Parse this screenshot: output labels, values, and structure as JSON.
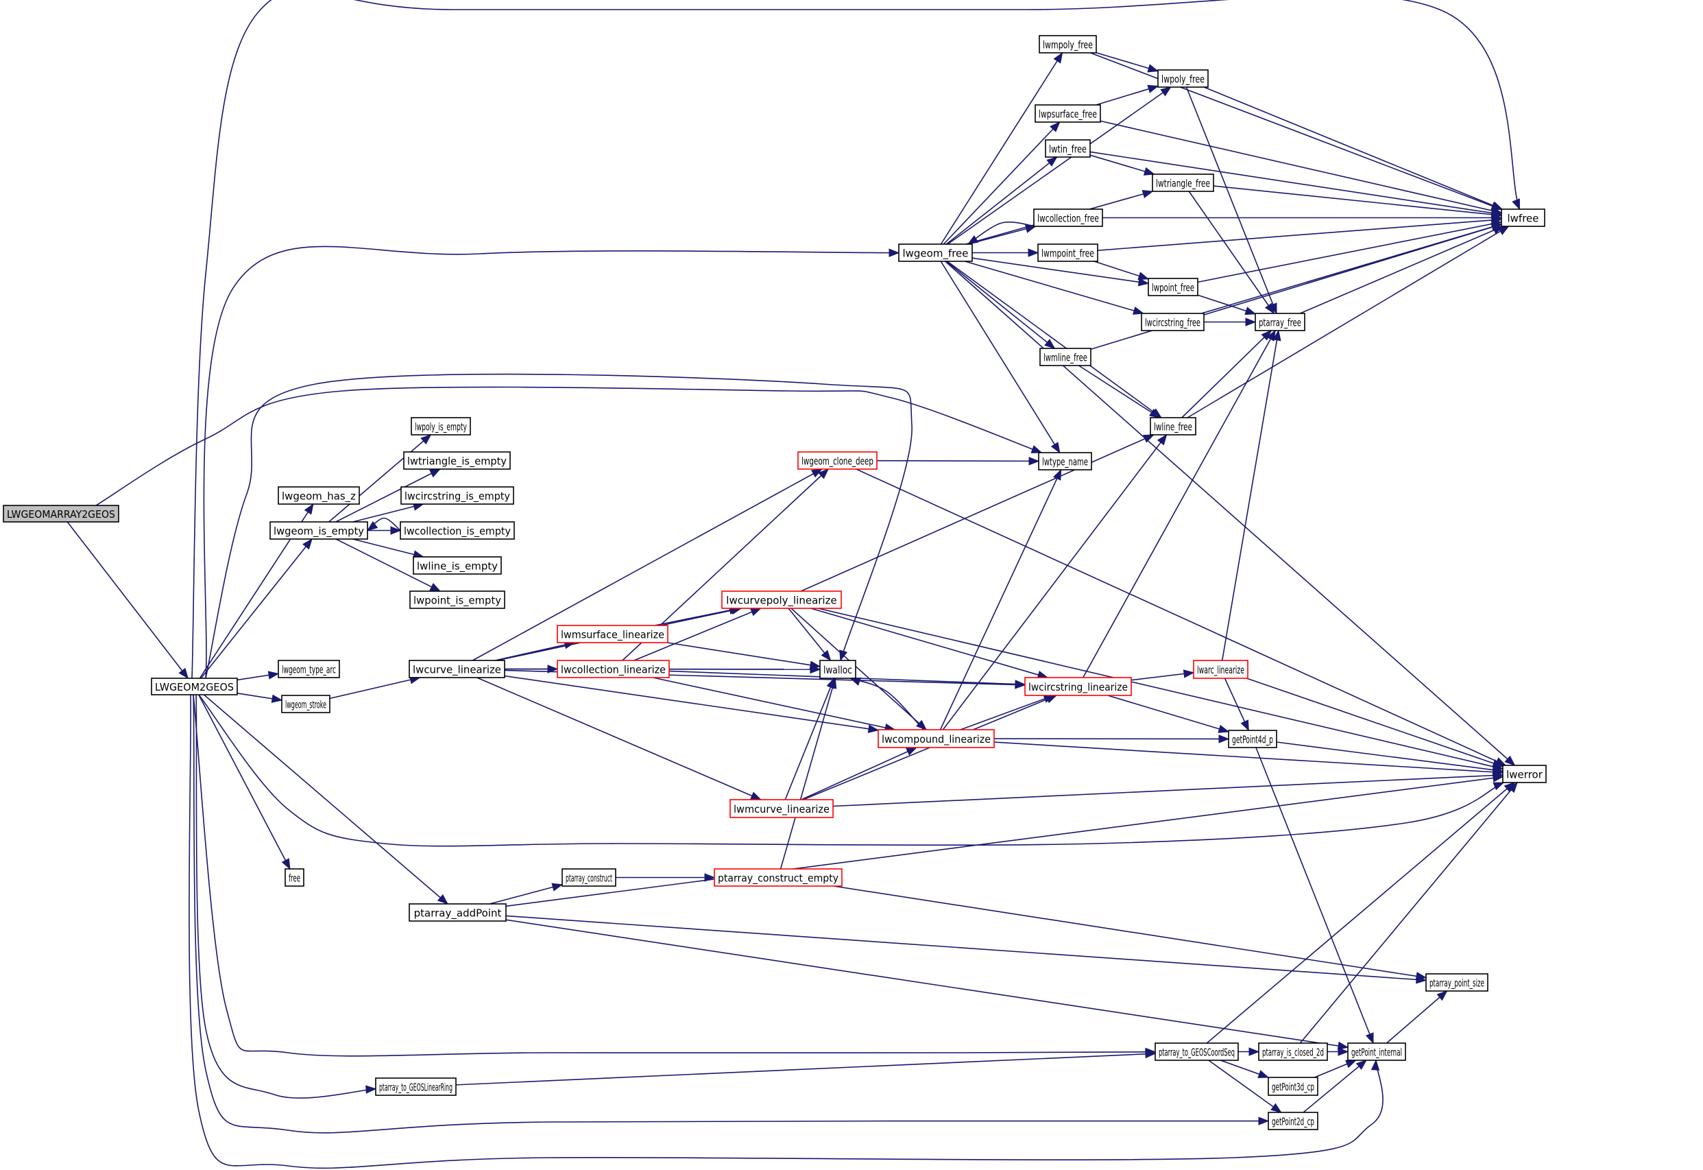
{
  "graph": {
    "title": "LWGEOMARRAY2GEOS call graph",
    "colors": {
      "edge": "#191970",
      "root_fill": "#bfbfbf",
      "node_border": "#000000",
      "truncated_border": "#ff0000",
      "background": "#ffffff"
    },
    "nodes": [
      {
        "id": "LWGEOMARRAY2GEOS",
        "label": "LWGEOMARRAY2GEOS",
        "style": "root"
      },
      {
        "id": "LWGEOM2GEOS",
        "label": "LWGEOM2GEOS",
        "style": "normal"
      },
      {
        "id": "lwgeom_free",
        "label": "lwgeom_free",
        "style": "normal"
      },
      {
        "id": "lwmpoly_free",
        "label": "lwmpoly_free",
        "style": "normal"
      },
      {
        "id": "lwpoly_free",
        "label": "lwpoly_free",
        "style": "normal"
      },
      {
        "id": "lwpsurface_free",
        "label": "lwpsurface_free",
        "style": "normal"
      },
      {
        "id": "lwtin_free",
        "label": "lwtin_free",
        "style": "normal"
      },
      {
        "id": "lwtriangle_free",
        "label": "lwtriangle_free",
        "style": "normal"
      },
      {
        "id": "lwcollection_free",
        "label": "lwcollection_free",
        "style": "normal"
      },
      {
        "id": "lwmpoint_free",
        "label": "lwmpoint_free",
        "style": "normal"
      },
      {
        "id": "lwpoint_free",
        "label": "lwpoint_free",
        "style": "normal"
      },
      {
        "id": "lwcircstring_free",
        "label": "lwcircstring_free",
        "style": "normal"
      },
      {
        "id": "ptarray_free",
        "label": "ptarray_free",
        "style": "normal"
      },
      {
        "id": "lwmline_free",
        "label": "lwmline_free",
        "style": "normal"
      },
      {
        "id": "lwline_free",
        "label": "lwline_free",
        "style": "normal"
      },
      {
        "id": "lwtype_name",
        "label": "lwtype_name",
        "style": "normal"
      },
      {
        "id": "lwfree",
        "label": "lwfree",
        "style": "normal"
      },
      {
        "id": "lwpoly_is_empty",
        "label": "lwpoly_is_empty",
        "style": "normal"
      },
      {
        "id": "lwtriangle_is_empty",
        "label": "lwtriangle_is_empty",
        "style": "normal"
      },
      {
        "id": "lwcircstring_is_empty",
        "label": "lwcircstring_is_empty",
        "style": "normal"
      },
      {
        "id": "lwcollection_is_empty",
        "label": "lwcollection_is_empty",
        "style": "normal"
      },
      {
        "id": "lwline_is_empty",
        "label": "lwline_is_empty",
        "style": "normal"
      },
      {
        "id": "lwpoint_is_empty",
        "label": "lwpoint_is_empty",
        "style": "normal"
      },
      {
        "id": "lwgeom_has_z",
        "label": "lwgeom_has_z",
        "style": "normal"
      },
      {
        "id": "lwgeom_is_empty",
        "label": "lwgeom_is_empty",
        "style": "normal"
      },
      {
        "id": "lwgeom_type_arc",
        "label": "lwgeom_type_arc",
        "style": "normal"
      },
      {
        "id": "lwgeom_stroke",
        "label": "lwgeom_stroke",
        "style": "normal"
      },
      {
        "id": "lwcurve_linearize",
        "label": "lwcurve_linearize",
        "style": "normal"
      },
      {
        "id": "lwmsurface_linearize",
        "label": "lwmsurface_linearize",
        "style": "truncated"
      },
      {
        "id": "lwcollection_linearize",
        "label": "lwcollection_linearize",
        "style": "truncated"
      },
      {
        "id": "lwcurvepoly_linearize",
        "label": "lwcurvepoly_linearize",
        "style": "truncated"
      },
      {
        "id": "lwalloc",
        "label": "lwalloc",
        "style": "normal"
      },
      {
        "id": "lwgeom_clone_deep",
        "label": "lwgeom_clone_deep",
        "style": "truncated"
      },
      {
        "id": "lwcircstring_linearize",
        "label": "lwcircstring_linearize",
        "style": "truncated"
      },
      {
        "id": "lwarc_linearize",
        "label": "lwarc_linearize",
        "style": "truncated"
      },
      {
        "id": "lwcompound_linearize",
        "label": "lwcompound_linearize",
        "style": "truncated"
      },
      {
        "id": "lwmcurve_linearize",
        "label": "lwmcurve_linearize",
        "style": "truncated"
      },
      {
        "id": "getPoint4d_p",
        "label": "getPoint4d_p",
        "style": "normal"
      },
      {
        "id": "lwerror",
        "label": "lwerror",
        "style": "normal"
      },
      {
        "id": "free",
        "label": "free",
        "style": "normal"
      },
      {
        "id": "ptarray_construct",
        "label": "ptarray_construct",
        "style": "normal"
      },
      {
        "id": "ptarray_construct_empty",
        "label": "ptarray_construct_empty",
        "style": "truncated"
      },
      {
        "id": "ptarray_addPoint",
        "label": "ptarray_addPoint",
        "style": "normal"
      },
      {
        "id": "ptarray_point_size",
        "label": "ptarray_point_size",
        "style": "normal"
      },
      {
        "id": "ptarray_to_GEOSCoordSeq",
        "label": "ptarray_to_GEOSCoordSeq",
        "style": "normal"
      },
      {
        "id": "ptarray_is_closed_2d",
        "label": "ptarray_is_closed_2d",
        "style": "normal"
      },
      {
        "id": "getPoint_internal",
        "label": "getPoint_internal",
        "style": "normal"
      },
      {
        "id": "getPoint3d_cp",
        "label": "getPoint3d_cp",
        "style": "normal"
      },
      {
        "id": "getPoint2d_cp",
        "label": "getPoint2d_cp",
        "style": "normal"
      },
      {
        "id": "ptarray_to_GEOSLinearRing",
        "label": "ptarray_to_GEOSLinearRing",
        "style": "normal"
      }
    ],
    "edges": [
      [
        "LWGEOMARRAY2GEOS",
        "LWGEOM2GEOS"
      ],
      [
        "LWGEOMARRAY2GEOS",
        "lwtype_name"
      ],
      [
        "LWGEOM2GEOS",
        "lwgeom_free"
      ],
      [
        "LWGEOM2GEOS",
        "lwfree"
      ],
      [
        "LWGEOM2GEOS",
        "lwalloc"
      ],
      [
        "LWGEOM2GEOS",
        "lwgeom_has_z"
      ],
      [
        "LWGEOM2GEOS",
        "lwgeom_is_empty"
      ],
      [
        "LWGEOM2GEOS",
        "lwgeom_type_arc"
      ],
      [
        "LWGEOM2GEOS",
        "lwgeom_stroke"
      ],
      [
        "LWGEOM2GEOS",
        "lwerror"
      ],
      [
        "LWGEOM2GEOS",
        "free"
      ],
      [
        "LWGEOM2GEOS",
        "ptarray_addPoint"
      ],
      [
        "LWGEOM2GEOS",
        "ptarray_to_GEOSCoordSeq"
      ],
      [
        "LWGEOM2GEOS",
        "ptarray_to_GEOSLinearRing"
      ],
      [
        "LWGEOM2GEOS",
        "getPoint2d_cp"
      ],
      [
        "LWGEOM2GEOS",
        "getPoint_internal"
      ],
      [
        "lwgeom_free",
        "lwmpoly_free"
      ],
      [
        "lwgeom_free",
        "lwpoly_free"
      ],
      [
        "lwgeom_free",
        "lwpsurface_free"
      ],
      [
        "lwgeom_free",
        "lwtin_free"
      ],
      [
        "lwgeom_free",
        "lwtriangle_free"
      ],
      [
        "lwgeom_free",
        "lwcollection_free"
      ],
      [
        "lwgeom_free",
        "lwmpoint_free"
      ],
      [
        "lwgeom_free",
        "lwpoint_free"
      ],
      [
        "lwgeom_free",
        "lwcircstring_free"
      ],
      [
        "lwgeom_free",
        "lwmline_free"
      ],
      [
        "lwgeom_free",
        "lwline_free"
      ],
      [
        "lwgeom_free",
        "lwtype_name"
      ],
      [
        "lwgeom_free",
        "lwerror"
      ],
      [
        "lwcollection_free",
        "lwgeom_free"
      ],
      [
        "lwcollection_free",
        "lwfree"
      ],
      [
        "lwmpoly_free",
        "lwpoly_free"
      ],
      [
        "lwmpoly_free",
        "lwfree"
      ],
      [
        "lwpsurface_free",
        "lwpoly_free"
      ],
      [
        "lwpsurface_free",
        "lwfree"
      ],
      [
        "lwpoly_free",
        "lwfree"
      ],
      [
        "lwpoly_free",
        "ptarray_free"
      ],
      [
        "lwtin_free",
        "lwtriangle_free"
      ],
      [
        "lwtin_free",
        "lwfree"
      ],
      [
        "lwtriangle_free",
        "lwfree"
      ],
      [
        "lwtriangle_free",
        "ptarray_free"
      ],
      [
        "lwmpoint_free",
        "lwpoint_free"
      ],
      [
        "lwmpoint_free",
        "lwfree"
      ],
      [
        "lwpoint_free",
        "lwfree"
      ],
      [
        "lwpoint_free",
        "ptarray_free"
      ],
      [
        "lwcircstring_free",
        "ptarray_free"
      ],
      [
        "lwcircstring_free",
        "lwfree"
      ],
      [
        "ptarray_free",
        "lwfree"
      ],
      [
        "lwmline_free",
        "lwline_free"
      ],
      [
        "lwmline_free",
        "lwfree"
      ],
      [
        "lwline_free",
        "ptarray_free"
      ],
      [
        "lwline_free",
        "lwfree"
      ],
      [
        "lwgeom_is_empty",
        "lwpoly_is_empty"
      ],
      [
        "lwgeom_is_empty",
        "lwtriangle_is_empty"
      ],
      [
        "lwgeom_is_empty",
        "lwcircstring_is_empty"
      ],
      [
        "lwgeom_is_empty",
        "lwcollection_is_empty"
      ],
      [
        "lwcollection_is_empty",
        "lwgeom_is_empty"
      ],
      [
        "lwgeom_is_empty",
        "lwline_is_empty"
      ],
      [
        "lwgeom_is_empty",
        "lwpoint_is_empty"
      ],
      [
        "lwgeom_stroke",
        "lwcurve_linearize"
      ],
      [
        "lwcurve_linearize",
        "lwgeom_clone_deep"
      ],
      [
        "lwcurve_linearize",
        "lwcurvepoly_linearize"
      ],
      [
        "lwcurve_linearize",
        "lwmsurface_linearize"
      ],
      [
        "lwcurve_linearize",
        "lwcollection_linearize"
      ],
      [
        "lwcurve_linearize",
        "lwalloc"
      ],
      [
        "lwcurve_linearize",
        "lwcircstring_linearize"
      ],
      [
        "lwcurve_linearize",
        "lwcompound_linearize"
      ],
      [
        "lwcurve_linearize",
        "lwmcurve_linearize"
      ],
      [
        "lwmsurface_linearize",
        "lwcurvepoly_linearize"
      ],
      [
        "lwmsurface_linearize",
        "lwalloc"
      ],
      [
        "lwcollection_linearize",
        "lwgeom_clone_deep"
      ],
      [
        "lwcollection_linearize",
        "lwcurvepoly_linearize"
      ],
      [
        "lwcollection_linearize",
        "lwalloc"
      ],
      [
        "lwcollection_linearize",
        "lwcircstring_linearize"
      ],
      [
        "lwcollection_linearize",
        "lwcompound_linearize"
      ],
      [
        "lwcurvepoly_linearize",
        "lwalloc"
      ],
      [
        "lwcurvepoly_linearize",
        "lwline_free"
      ],
      [
        "lwcurvepoly_linearize",
        "lwcircstring_linearize"
      ],
      [
        "lwcurvepoly_linearize",
        "lwcompound_linearize"
      ],
      [
        "lwcurvepoly_linearize",
        "lwerror"
      ],
      [
        "lwgeom_clone_deep",
        "lwtype_name"
      ],
      [
        "lwgeom_clone_deep",
        "lwerror"
      ],
      [
        "lwcompound_linearize",
        "lwalloc"
      ],
      [
        "lwcompound_linearize",
        "lwline_free"
      ],
      [
        "lwcompound_linearize",
        "lwtype_name"
      ],
      [
        "lwcompound_linearize",
        "lwcircstring_linearize"
      ],
      [
        "lwcompound_linearize",
        "getPoint4d_p"
      ],
      [
        "lwcompound_linearize",
        "lwerror"
      ],
      [
        "lwmcurve_linearize",
        "lwalloc"
      ],
      [
        "lwmcurve_linearize",
        "lwcompound_linearize"
      ],
      [
        "lwmcurve_linearize",
        "lwcircstring_linearize"
      ],
      [
        "lwmcurve_linearize",
        "lwerror"
      ],
      [
        "lwcircstring_linearize",
        "lwarc_linearize"
      ],
      [
        "lwcircstring_linearize",
        "ptarray_free"
      ],
      [
        "lwcircstring_linearize",
        "getPoint4d_p"
      ],
      [
        "lwarc_linearize",
        "ptarray_free"
      ],
      [
        "lwarc_linearize",
        "getPoint4d_p"
      ],
      [
        "lwarc_linearize",
        "lwerror"
      ],
      [
        "getPoint4d_p",
        "lwerror"
      ],
      [
        "getPoint4d_p",
        "getPoint_internal"
      ],
      [
        "ptarray_addPoint",
        "ptarray_construct"
      ],
      [
        "ptarray_addPoint",
        "lwerror"
      ],
      [
        "ptarray_addPoint",
        "ptarray_point_size"
      ],
      [
        "ptarray_addPoint",
        "getPoint_internal"
      ],
      [
        "ptarray_construct",
        "ptarray_construct_empty"
      ],
      [
        "ptarray_construct_empty",
        "lwalloc"
      ],
      [
        "ptarray_construct_empty",
        "ptarray_point_size"
      ],
      [
        "ptarray_to_GEOSLinearRing",
        "ptarray_to_GEOSCoordSeq"
      ],
      [
        "ptarray_to_GEOSCoordSeq",
        "lwerror"
      ],
      [
        "ptarray_to_GEOSCoordSeq",
        "ptarray_is_closed_2d"
      ],
      [
        "ptarray_to_GEOSCoordSeq",
        "getPoint3d_cp"
      ],
      [
        "ptarray_to_GEOSCoordSeq",
        "getPoint2d_cp"
      ],
      [
        "ptarray_is_closed_2d",
        "getPoint_internal"
      ],
      [
        "ptarray_is_closed_2d",
        "lwerror"
      ],
      [
        "getPoint3d_cp",
        "getPoint_internal"
      ],
      [
        "getPoint2d_cp",
        "getPoint_internal"
      ],
      [
        "getPoint_internal",
        "ptarray_point_size"
      ]
    ]
  }
}
